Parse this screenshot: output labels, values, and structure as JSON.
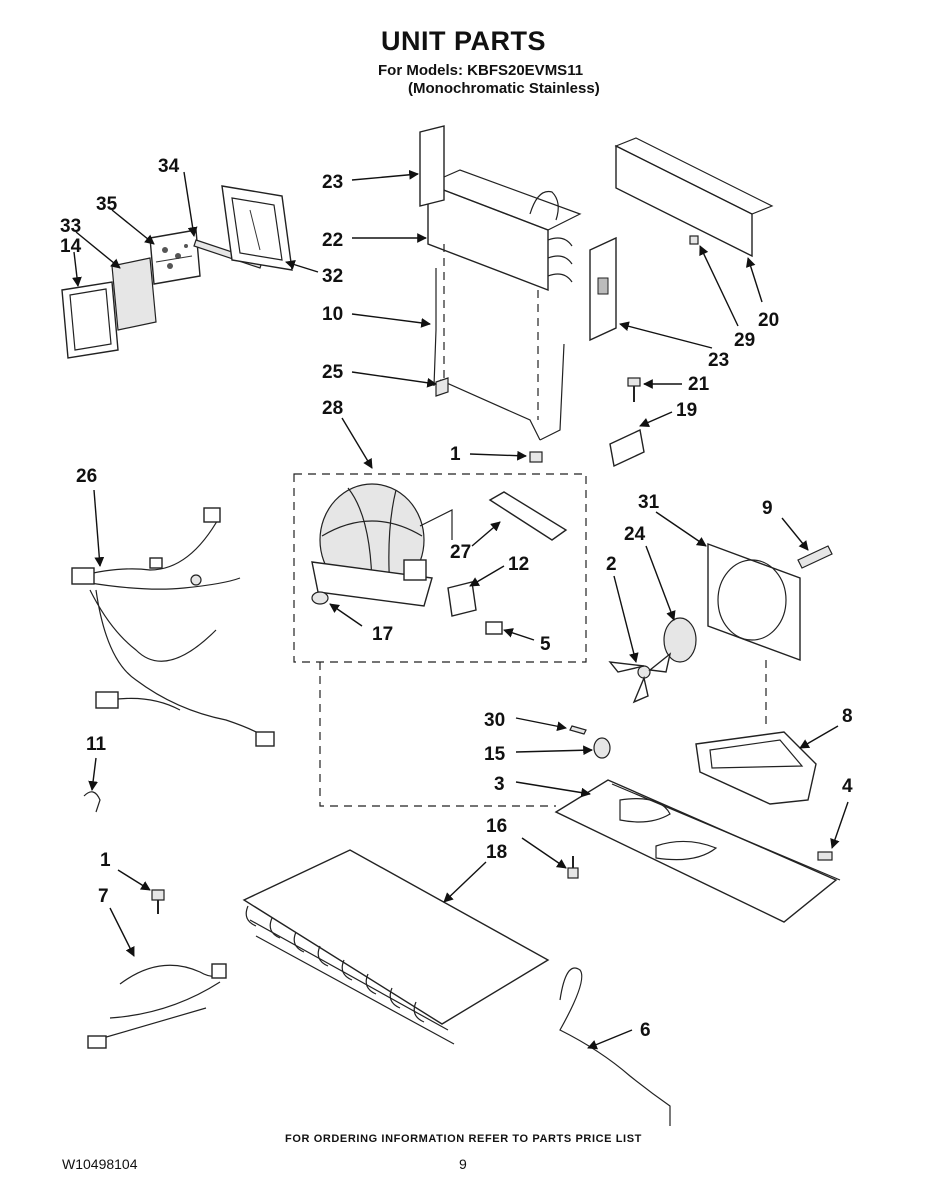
{
  "header": {
    "title": "UNIT PARTS",
    "models_line": "For Models: KBFS20EVMS11",
    "variant_line": "(Monochromatic Stainless)"
  },
  "callouts": {
    "c34": "34",
    "c35": "35",
    "c33": "33",
    "c14": "14",
    "c32": "32",
    "c23a": "23",
    "c22": "22",
    "c10": "10",
    "c25": "25",
    "c28": "28",
    "c1a": "1",
    "c20": "20",
    "c29": "29",
    "c23b": "23",
    "c21": "21",
    "c19": "19",
    "c26": "26",
    "c27": "27",
    "c12": "12",
    "c17": "17",
    "c5": "5",
    "c31": "31",
    "c9": "9",
    "c24": "24",
    "c2": "2",
    "c8": "8",
    "c30": "30",
    "c15": "15",
    "c3": "3",
    "c4": "4",
    "c11": "11",
    "c16": "16",
    "c18": "18",
    "c1b": "1",
    "c7": "7",
    "c6": "6"
  },
  "footer": {
    "ordering_note": "FOR ORDERING INFORMATION REFER TO PARTS PRICE LIST",
    "document_number": "W10498104",
    "page_number": "9"
  }
}
